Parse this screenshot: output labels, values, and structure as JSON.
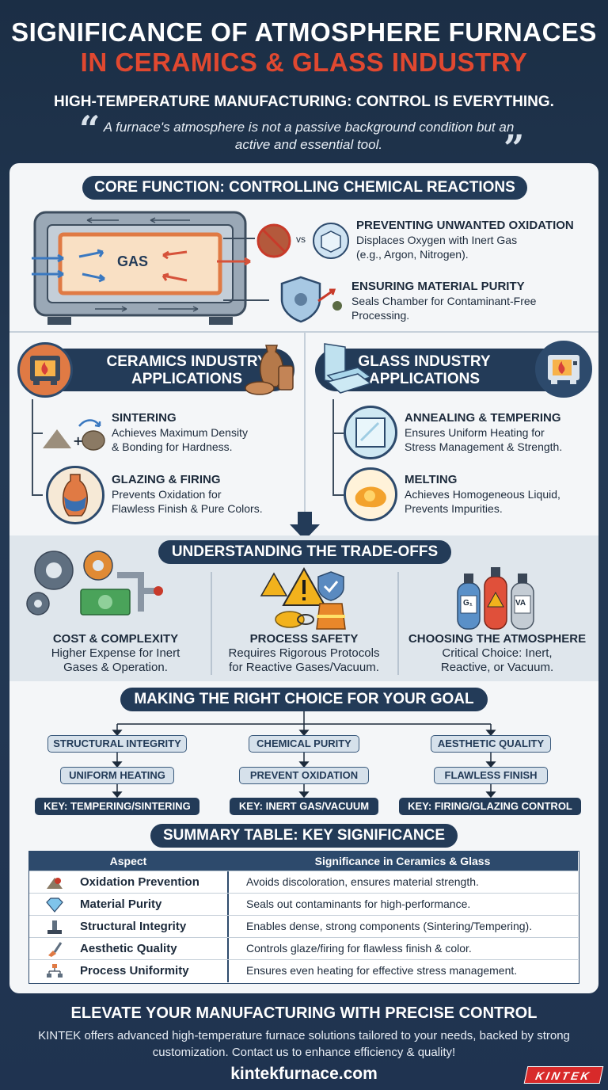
{
  "header": {
    "title_line1": "SIGNIFICANCE OF ATMOSPHERE FURNACES",
    "title_line2": "IN CERAMICS & GLASS INDUSTRY",
    "subtitle": "HIGH-TEMPERATURE MANUFACTURING: CONTROL IS EVERYTHING.",
    "quote": "A furnace's atmosphere is not a passive background condition but an active and essential tool."
  },
  "core": {
    "heading": "CORE FUNCTION: CONTROLLING CHEMICAL REACTIONS",
    "gas_label": "GAS",
    "vs_label": "vs",
    "items": [
      {
        "title": "PREVENTING UNWANTED OXIDATION",
        "line1": "Displaces Oxygen with Inert Gas",
        "line2": "(e.g., Argon, Nitrogen)."
      },
      {
        "title": "ENSURING MATERIAL PURITY",
        "line1": "Seals Chamber for Contaminant-Free",
        "line2": "Processing."
      }
    ]
  },
  "ceramics": {
    "heading_line1": "CERAMICS INDUSTRY",
    "heading_line2": "APPLICATIONS",
    "items": [
      {
        "title": "SINTERING",
        "line1": "Achieves Maximum Density",
        "line2": "& Bonding for Hardness."
      },
      {
        "title": "GLAZING & FIRING",
        "line1": "Prevents Oxidation for",
        "line2": "Flawless Finish & Pure Colors."
      }
    ]
  },
  "glass": {
    "heading_line1": "GLASS INDUSTRY",
    "heading_line2": "APPLICATIONS",
    "items": [
      {
        "title": "ANNEALING & TEMPERING",
        "line1": "Ensures Uniform Heating for",
        "line2": "Stress Management & Strength."
      },
      {
        "title": "MELTING",
        "line1": "Achieves Homogeneous Liquid,",
        "line2": "Prevents Impurities."
      }
    ]
  },
  "tradeoffs": {
    "heading": "UNDERSTANDING THE TRADE-OFFS",
    "items": [
      {
        "title": "COST & COMPLEXITY",
        "line1": "Higher Expense for Inert",
        "line2": "Gases & Operation."
      },
      {
        "title": "PROCESS SAFETY",
        "line1": "Requires Rigorous Protocols",
        "line2": "for Reactive Gases/Vacuum."
      },
      {
        "title": "CHOOSING THE ATMOSPHERE",
        "line1": "Critical Choice: Inert,",
        "line2": "Reactive, or Vacuum."
      }
    ],
    "cylinder_labels": [
      "G₁",
      "VA"
    ]
  },
  "goals": {
    "heading": "MAKING THE RIGHT CHOICE FOR YOUR GOAL",
    "columns": [
      {
        "goal": "STRUCTURAL INTEGRITY",
        "means": "UNIFORM HEATING",
        "key": "KEY: TEMPERING/SINTERING"
      },
      {
        "goal": "CHEMICAL PURITY",
        "means": "PREVENT OXIDATION",
        "key": "KEY: INERT GAS/VACUUM"
      },
      {
        "goal": "AESTHETIC QUALITY",
        "means": "FLAWLESS FINISH",
        "key": "KEY: FIRING/GLAZING CONTROL"
      }
    ]
  },
  "summary": {
    "heading": "SUMMARY TABLE: KEY SIGNIFICANCE",
    "col_aspect": "Aspect",
    "col_significance": "Significance in Ceramics & Glass",
    "rows": [
      {
        "aspect": "Oxidation Prevention",
        "significance": "Avoids discoloration, ensures material strength."
      },
      {
        "aspect": "Material Purity",
        "significance": "Seals out contaminants for high-performance."
      },
      {
        "aspect": "Structural Integrity",
        "significance": "Enables dense, strong components (Sintering/Tempering)."
      },
      {
        "aspect": "Aesthetic Quality",
        "significance": "Controls glaze/firing for flawless finish & color."
      },
      {
        "aspect": "Process Uniformity",
        "significance": "Ensures even heating for effective stress management."
      }
    ]
  },
  "footer": {
    "title": "ELEVATE YOUR MANUFACTURING WITH PRECISE CONTROL",
    "body": "KINTEK offers advanced high-temperature furnace solutions tailored to your needs, backed by strong customization. Contact us to enhance efficiency & quality!",
    "url": "kintekfurnace.com",
    "brand": "KINTEK"
  },
  "colors": {
    "navy": "#233b58",
    "accent_red": "#e04830",
    "panel": "#f4f6f8"
  }
}
